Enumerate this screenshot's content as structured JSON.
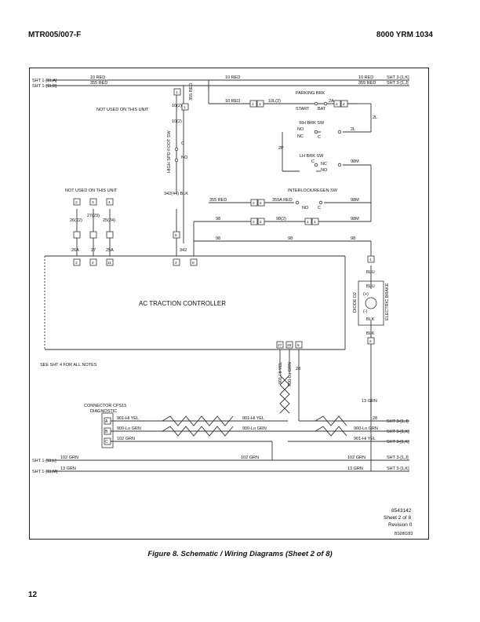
{
  "header": {
    "doc_id": "MTR005/007-F",
    "model": "8000 YRM 1034"
  },
  "caption": "Figure 8.  Schematic / Wiring Diagrams (Sheet 2 of 8)",
  "page_number": "12",
  "schematic": {
    "refs": {
      "sht1_11a": "SHT 1-[11,A]",
      "sht1_11b": "SHT 1-[11,B]",
      "sht1_11l": "SHT 1-[11,L]",
      "sht1_11m": "SHT 1-[11,M]",
      "sht3_1k": "SHT 3-[1,K]",
      "sht3_1j": "SHT 3-[1,J]"
    },
    "wires": {
      "w10red": "10 RED",
      "w355red": "355 RED",
      "w10l2": "10L(2)",
      "w2a": "2A",
      "w2l": "2L",
      "w2p": "2P",
      "w98m": "98M",
      "w342blk": "342(44) BLK",
      "w355ared": "355A RED",
      "w98": "98",
      "w98_2": "98(2)",
      "w342": "342",
      "w26_22": "26(22)",
      "w27_23": "27(23)",
      "w25_24": "25(24)",
      "w26a": "26A",
      "w27": "27",
      "w25a": "25A",
      "w10_2": "10(2)",
      "w28": "28",
      "w13grn": "13 GRN",
      "w901yel": "901-Hi YEL",
      "w900grn": "900-Lo GRN",
      "w102grn": "102 GRN",
      "blu": "BLU",
      "blk": "BLK"
    },
    "components": {
      "parking_brk": "PARKING BRK",
      "start": "START",
      "bat": "BAT",
      "rh_brk_sw": "RH BRK SW",
      "lh_brk_sw": "LH BRK SW",
      "no": "NO",
      "nc": "NC",
      "c": "C",
      "interlock_sw": "INTERLOCK/REGEN SW",
      "not_used_unit": "NOT USED ON THIS UNIT",
      "not_used_unit2": "NOT USED ON THIS UNIT",
      "high_spd_sw": "HIGH SPD FOOT SW",
      "ac_controller": "AC TRACTION CONTROLLER",
      "see_sht4": "SEE SHT 4 FOR ALL NOTES",
      "diode": "DIODE D2",
      "electric_brake": "ELECTRIC BRAKE",
      "connector_title": "CONNECTOR CPS15",
      "connector_sub": "DIAGNOSTIC",
      "pin_a": "A",
      "pin_b": "B",
      "pin_c": "C",
      "plus": "(+)",
      "minus": "(-)"
    },
    "terminals": {
      "t1": "1",
      "t2": "2",
      "t3": "3",
      "t4": "4",
      "t5": "5",
      "t8": "8",
      "t11": "11",
      "t27": "27",
      "t28": "28"
    },
    "drawing_info": {
      "part_no": "8543142",
      "sheet": "Sheet 2 of 8",
      "revision": "Revision 0",
      "code": "BS080283"
    }
  }
}
